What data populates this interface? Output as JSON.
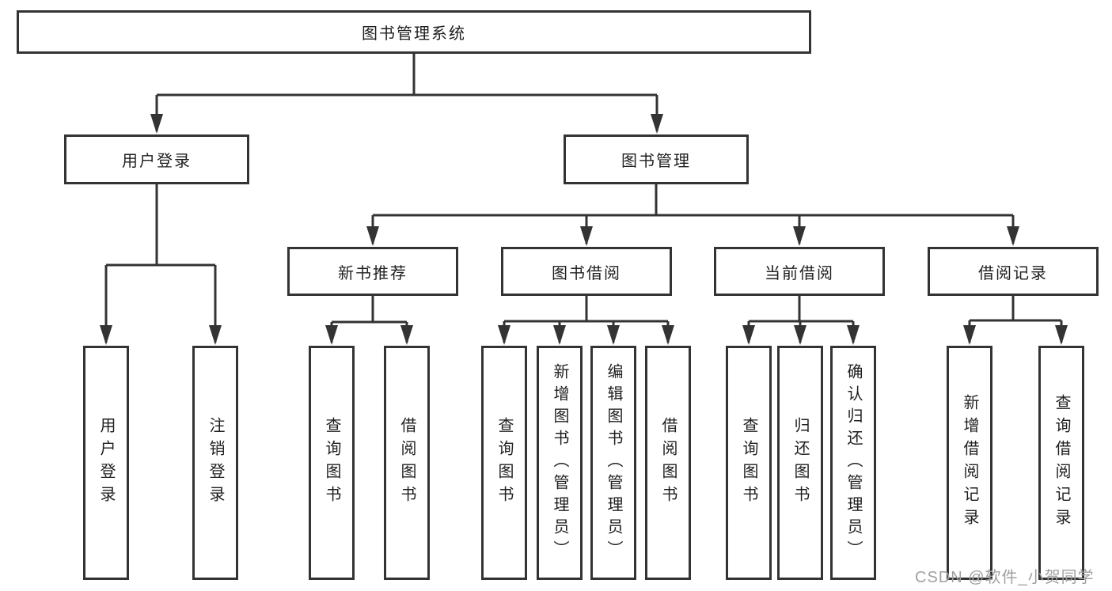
{
  "diagram": {
    "title": "图书管理系统",
    "root": {
      "label": "图书管理系统"
    },
    "level2": [
      {
        "label": "用户登录"
      },
      {
        "label": "图书管理"
      }
    ],
    "level3": [
      {
        "label": "新书推荐"
      },
      {
        "label": "图书借阅"
      },
      {
        "label": "当前借阅"
      },
      {
        "label": "借阅记录"
      }
    ],
    "leaves": [
      {
        "label": "用户登录",
        "parent": "用户登录"
      },
      {
        "label": "注销登录",
        "parent": "用户登录"
      },
      {
        "label": "查询图书",
        "parent": "新书推荐"
      },
      {
        "label": "借阅图书",
        "parent": "新书推荐"
      },
      {
        "label": "查询图书",
        "parent": "图书借阅"
      },
      {
        "label": "新增图书（管理员）",
        "parent": "图书借阅"
      },
      {
        "label": "编辑图书（管理员）",
        "parent": "图书借阅"
      },
      {
        "label": "借阅图书",
        "parent": "图书借阅"
      },
      {
        "label": "查询图书",
        "parent": "当前借阅"
      },
      {
        "label": "归还图书",
        "parent": "当前借阅"
      },
      {
        "label": "确认归还（管理员）",
        "parent": "当前借阅"
      },
      {
        "label": "新增借阅记录",
        "parent": "借阅记录"
      },
      {
        "label": "查询借阅记录",
        "parent": "借阅记录"
      }
    ],
    "watermark": "CSDN @软件_小贺同学",
    "colors": {
      "line": "#333333",
      "text": "#1f1f1f",
      "watermark": "#a0a0a0",
      "background": "#ffffff"
    }
  }
}
